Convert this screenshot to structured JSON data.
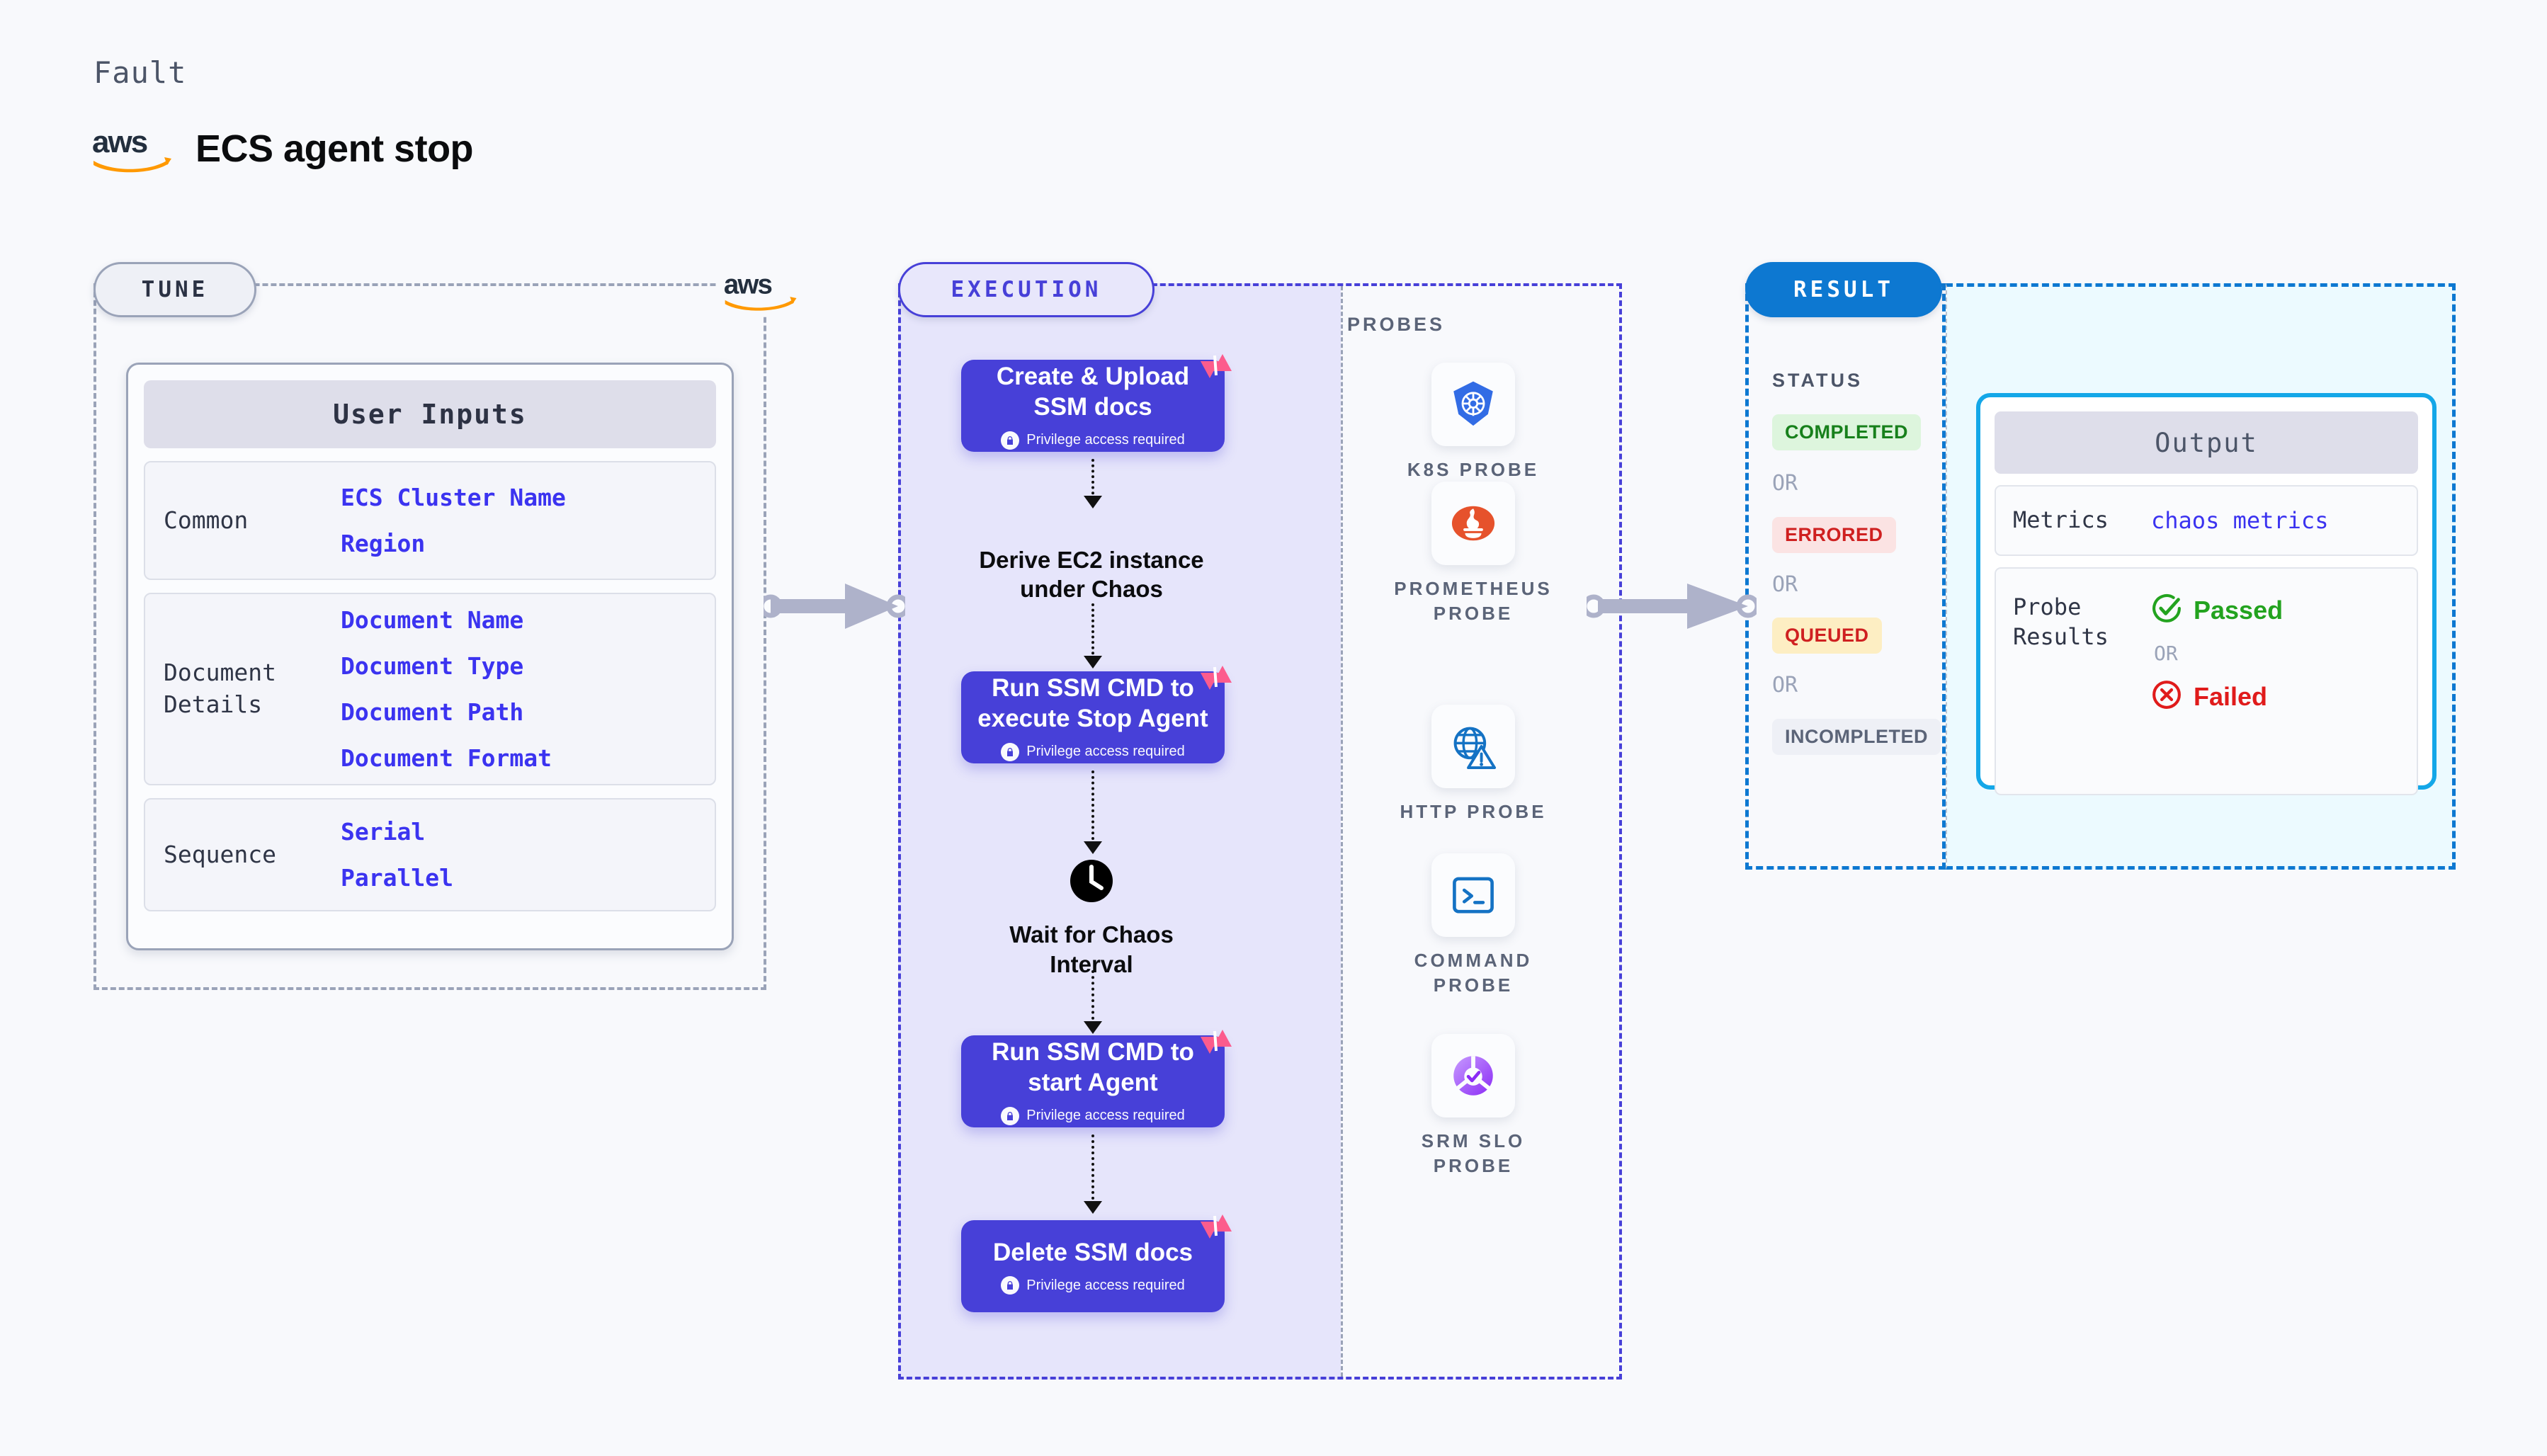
{
  "header": {
    "kicker": "Fault",
    "title": "ECS agent stop",
    "brand_icon": "aws-logo"
  },
  "tune": {
    "pill_label": "TUNE",
    "border_brand_icon": "aws-logo",
    "card": {
      "heading": "User Inputs",
      "groups": [
        {
          "label": "Common",
          "values": [
            "ECS Cluster Name",
            "Region"
          ]
        },
        {
          "label": "Document\nDetails",
          "label_line1": "Document",
          "label_line2": "Details",
          "values": [
            "Document Name",
            "Document Type",
            "Document Path",
            "Document Format"
          ]
        },
        {
          "label": "Sequence",
          "values": [
            "Serial",
            "Parallel"
          ]
        }
      ]
    }
  },
  "execution": {
    "pill_label": "EXECUTION",
    "steps": [
      {
        "kind": "node",
        "title_line1": "Create & Upload",
        "title_line2": "SSM docs",
        "privilege": "Privilege access required",
        "badge_icon": "chaos-logo-icon",
        "lock_icon": "lock-icon"
      },
      {
        "kind": "plain",
        "title_line1": "Derive EC2 instance",
        "title_line2": "under Chaos",
        "icon": ""
      },
      {
        "kind": "node",
        "title_line1": "Run SSM CMD to",
        "title_line2": "execute Stop Agent",
        "privilege": "Privilege access required",
        "badge_icon": "chaos-logo-icon",
        "lock_icon": "lock-icon"
      },
      {
        "kind": "plain",
        "title_line1": "Wait for Chaos",
        "title_line2": "Interval",
        "icon": "clock-icon"
      },
      {
        "kind": "node",
        "title_line1": "Run SSM CMD to",
        "title_line2": "start Agent",
        "privilege": "Privilege access required",
        "badge_icon": "chaos-logo-icon",
        "lock_icon": "lock-icon"
      },
      {
        "kind": "node",
        "title_line1": "Delete SSM docs",
        "title_line2": "",
        "privilege": "Privilege access required",
        "badge_icon": "chaos-logo-icon",
        "lock_icon": "lock-icon"
      }
    ]
  },
  "probes": {
    "title": "PROBES",
    "items": [
      {
        "label_line1": "K8S PROBE",
        "label_line2": "",
        "icon": "kubernetes-icon"
      },
      {
        "label_line1": "PROMETHEUS",
        "label_line2": "PROBE",
        "icon": "prometheus-icon"
      },
      {
        "label_line1": "HTTP PROBE",
        "label_line2": "",
        "icon": "http-globe-warning-icon"
      },
      {
        "label_line1": "COMMAND",
        "label_line2": "PROBE",
        "icon": "terminal-icon"
      },
      {
        "label_line1": "SRM SLO",
        "label_line2": "PROBE",
        "icon": "srm-slo-icon"
      }
    ]
  },
  "result": {
    "pill_label": "RESULT",
    "status_title": "STATUS",
    "or_label": "OR",
    "statuses": [
      {
        "label": "COMPLETED",
        "bg": "#ddf5dd",
        "fg": "#17801b"
      },
      {
        "label": "ERRORED",
        "bg": "#fbe3e3",
        "fg": "#cf2020"
      },
      {
        "label": "QUEUED",
        "bg": "#fdeec3",
        "fg": "#cf2020"
      },
      {
        "label": "INCOMPLETED",
        "bg": "#eef0f6",
        "fg": "#5b6478"
      }
    ]
  },
  "output": {
    "heading": "Output",
    "metrics_label": "Metrics",
    "metrics_value": "chaos metrics",
    "probe_label_line1": "Probe",
    "probe_label_line2": "Results",
    "passed_label": "Passed",
    "failed_label": "Failed",
    "or_label": "OR",
    "passed_icon": "check-circle-icon",
    "failed_icon": "x-circle-icon"
  },
  "colors": {
    "page_bg": "#f8f9fc",
    "tune_border": "#9aa3b8",
    "execution_purple": "#4740d8",
    "execution_bg": "#e6e5fb",
    "result_blue": "#0d78d1",
    "output_cyan": "#14a7e8",
    "output_bg": "#ecfaff",
    "value_blue": "#3b33f0",
    "chaos_pink": "#fc5c8d",
    "aws_orange": "#f90",
    "arrow_gray": "#aeb2ca"
  }
}
